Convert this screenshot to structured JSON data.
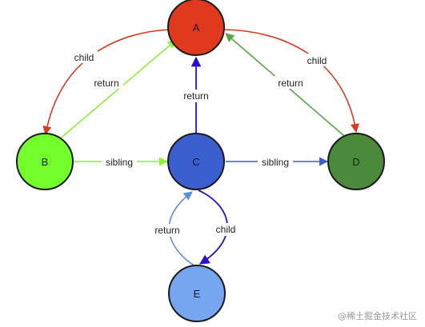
{
  "nodes": {
    "A": {
      "label": "A",
      "color": "#e03a1e"
    },
    "B": {
      "label": "B",
      "color": "#72ff2a"
    },
    "C": {
      "label": "C",
      "color": "#3b5fcf"
    },
    "D": {
      "label": "D",
      "color": "#4a8a3a"
    },
    "E": {
      "label": "E",
      "color": "#76a6f0"
    }
  },
  "edges": {
    "a_b_child": {
      "from": "A",
      "to": "B",
      "label": "child",
      "color": "#d43c1f"
    },
    "b_a_return": {
      "from": "B",
      "to": "A",
      "label": "return",
      "color": "#8cf23a"
    },
    "c_a_return": {
      "from": "C",
      "to": "A",
      "label": "return",
      "color": "#2a10c8"
    },
    "a_d_child": {
      "from": "A",
      "to": "D",
      "label": "child",
      "color": "#d43c1f"
    },
    "d_a_return": {
      "from": "D",
      "to": "A",
      "label": "return",
      "color": "#5aa648"
    },
    "b_c_sibling": {
      "from": "B",
      "to": "C",
      "label": "sibling",
      "color": "#8cf23a"
    },
    "c_d_sibling": {
      "from": "C",
      "to": "D",
      "label": "sibling",
      "color": "#3b5fcf"
    },
    "e_c_return": {
      "from": "E",
      "to": "C",
      "label": "return",
      "color": "#5b8fdc"
    },
    "c_e_child": {
      "from": "C",
      "to": "E",
      "label": "child",
      "color": "#2a10c8"
    }
  },
  "watermark": "@稀土掘金技术社区"
}
